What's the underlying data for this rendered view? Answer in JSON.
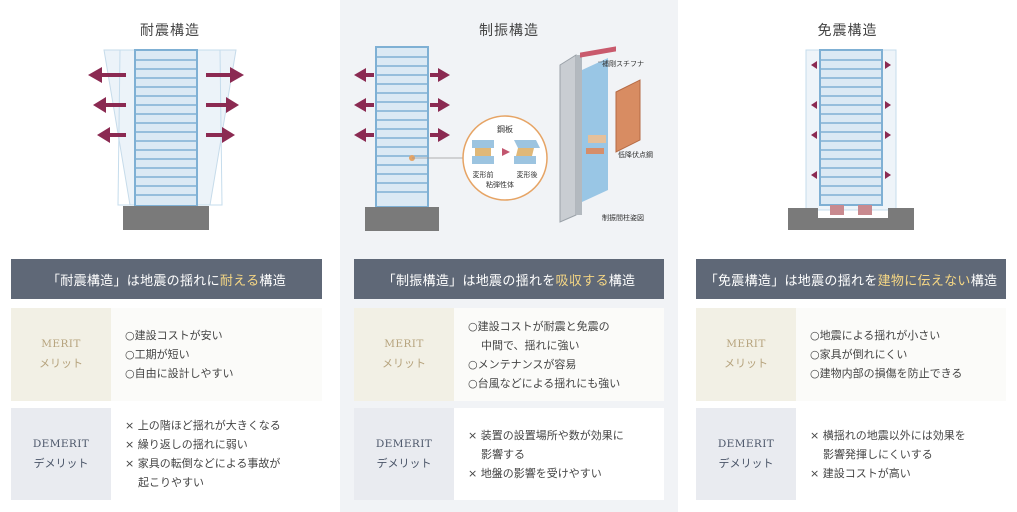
{
  "columns": [
    {
      "title": "耐震構造",
      "heading": {
        "pre": "「耐震構造」は地震の揺れに",
        "highlight": "耐える",
        "post": "構造"
      },
      "merit": {
        "en": "MERIT",
        "jp": "メリット",
        "items": [
          "○建設コストが安い",
          "○工期が短い",
          "○自由に設計しやすい"
        ]
      },
      "demerit": {
        "en": "DEMERIT",
        "jp": "デメリット",
        "items": [
          "× 上の階ほど揺れが大きくなる",
          "× 繰り返しの揺れに弱い",
          "× 家具の転倒などによる事故が",
          "起こりやすい"
        ]
      }
    },
    {
      "title": "制振構造",
      "heading": {
        "pre": "「制振構造」は地震の揺れを",
        "highlight": "吸収する",
        "post": "構造"
      },
      "merit": {
        "en": "MERIT",
        "jp": "メリット",
        "items": [
          "○建設コストが耐震と免震の",
          "中間で、揺れに強い",
          "○メンテナンスが容易",
          "○台風などによる揺れにも強い"
        ]
      },
      "demerit": {
        "en": "DEMERIT",
        "jp": "デメリット",
        "items": [
          "× 装置の設置場所や数が効果に",
          "影響する",
          "× 地盤の影響を受けやすい"
        ]
      }
    },
    {
      "title": "免震構造",
      "heading": {
        "pre": "「免震構造」は地震の揺れを",
        "highlight": "建物に伝えない",
        "post": "構造"
      },
      "merit": {
        "en": "MERIT",
        "jp": "メリット",
        "items": [
          "○地震による揺れが小さい",
          "○家具が倒れにくい",
          "○建物内部の損傷を防止できる"
        ]
      },
      "demerit": {
        "en": "DEMERIT",
        "jp": "デメリット",
        "items": [
          "× 横揺れの地震以外には効果を",
          "影響発揮しにくいする",
          "× 建設コストが高い"
        ]
      }
    }
  ],
  "diagram_labels": {
    "steel_plate": "鋼板",
    "before": "変形前",
    "after": "変形後",
    "viscoelastic": "粘弾性体",
    "stiffener": "補剛スチフナ",
    "yield_point_steel": "低降伏点鋼",
    "damper_column": "制振間柱姿図"
  },
  "colors": {
    "bar": "#5f6877",
    "highlight": "#f6d784",
    "arrow": "#8b2a52",
    "building_line": "#7fb0d4",
    "building_fill": "#dceaf5",
    "base": "#7a7a7a",
    "merit_label": "#b6a37d",
    "middle_bg": "#f1f3f6"
  }
}
